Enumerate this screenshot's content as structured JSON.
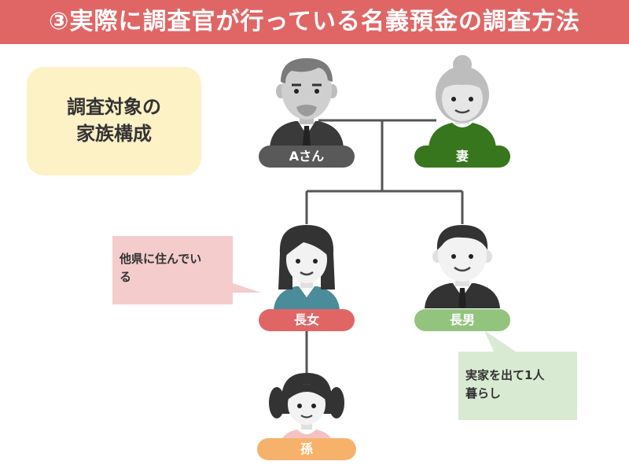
{
  "header": {
    "title": "③実際に調査官が行っている名義預金の調査方法"
  },
  "family_box": {
    "line1": "調査対象の",
    "line2": "家族構成"
  },
  "people": {
    "a": {
      "label": "Aさん",
      "color": "#595959"
    },
    "wife": {
      "label": "妻",
      "color": "#38761d"
    },
    "daughter": {
      "label": "長女",
      "color": "#e06666"
    },
    "son": {
      "label": "長男",
      "color": "#93c47d"
    },
    "grandchild": {
      "label": "孫",
      "color": "#f6b26b"
    }
  },
  "notes": {
    "daughter": {
      "line1": "他県に住んでい",
      "line2": "る",
      "color": "#f4cccc"
    },
    "son": {
      "line1": "実家を出て1人",
      "line2": "暮らし",
      "color": "#d9ead3"
    }
  }
}
